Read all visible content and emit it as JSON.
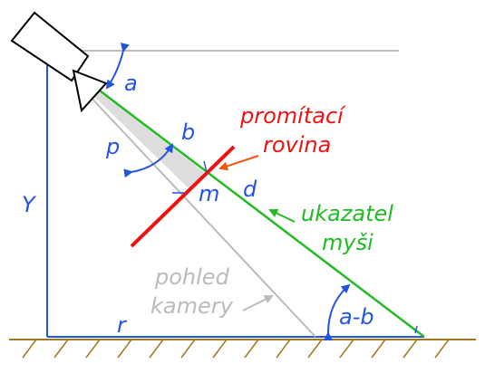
{
  "colors": {
    "blue": "#2255dd",
    "green": "#22bb22",
    "red": "#ee1111",
    "orange": "#ee5511",
    "gray": "#bbbbbb",
    "ground": "#a0761e",
    "camera": "#000000"
  },
  "labels": {
    "angle_a": "a",
    "angle_b": "b",
    "angle_a_minus_b": "a-b",
    "p": "p",
    "Y": "Y",
    "r": "r",
    "m": "m",
    "d": "d",
    "projection_plane_line1": "promítací",
    "projection_plane_line2": "rovina",
    "mouse_pointer_line1": "ukazatel",
    "mouse_pointer_line2": "myši",
    "camera_view_line1": "pohled",
    "camera_view_line2": "kamery"
  }
}
